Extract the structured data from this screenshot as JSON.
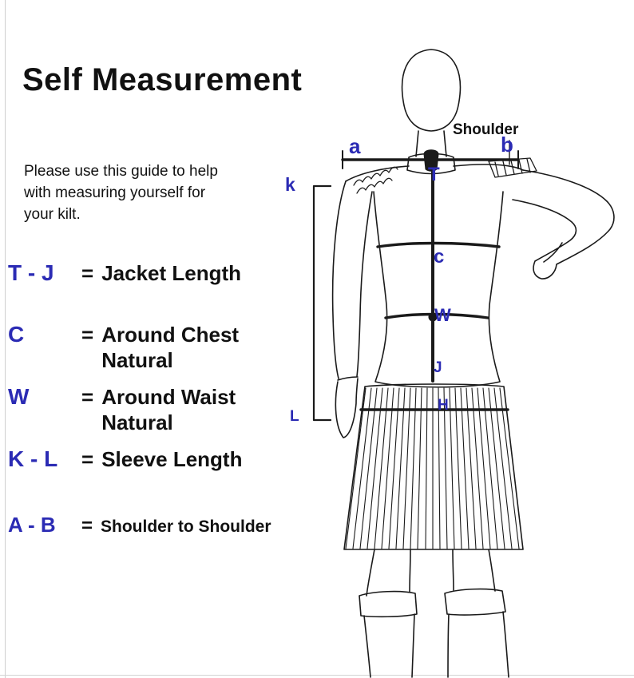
{
  "title": "Self Measurement",
  "intro": "Please use this guide to help\nwith measuring yourself for\nyour kilt.",
  "legend": {
    "rows": [
      {
        "key": "T - J",
        "eq": "=",
        "label": "Jacket Length"
      },
      {
        "key": "C",
        "eq": "=",
        "label": "Around Chest\nNatural"
      },
      {
        "key": "W",
        "eq": "=",
        "label": "Around Waist\nNatural"
      },
      {
        "key": "K - L",
        "eq": "=",
        "label": "Sleeve Length"
      },
      {
        "key": "A - B",
        "eq": "=",
        "label": "Shoulder to Shoulder"
      }
    ]
  },
  "figure": {
    "shoulder_label": "Shoulder",
    "marks": {
      "a": "a",
      "b": "b",
      "k": "k",
      "T": "T",
      "c": "c",
      "W": "W",
      "J": "J",
      "H": "H",
      "L": "L"
    }
  },
  "colors": {
    "mark_blue": "#2b2bb4",
    "ink": "#1a1a1a"
  }
}
